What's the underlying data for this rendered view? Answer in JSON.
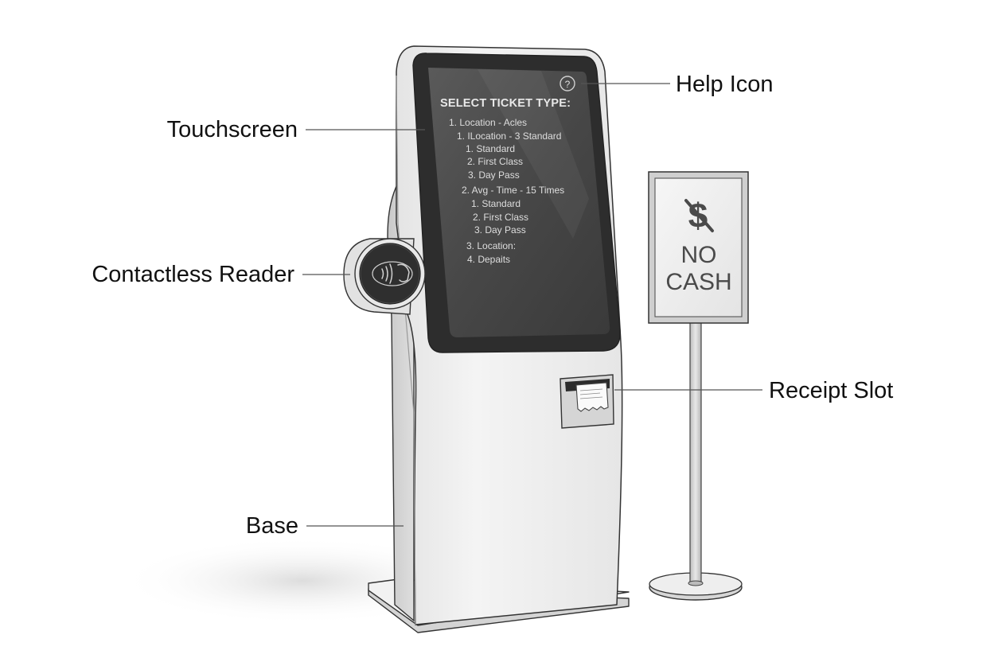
{
  "labels": {
    "help_icon": "Help Icon",
    "touchscreen": "Touchscreen",
    "contactless_reader": "Contactless Reader",
    "receipt_slot": "Receipt Slot",
    "base": "Base"
  },
  "screen": {
    "title": "SELECT TICKET TYPE:",
    "items": [
      "1. Location - Acles",
      "1. ILocation - 3 Standard",
      "1. Standard",
      "2. First Class",
      "3. Day Pass",
      "2. Avg - Time - 15 Times",
      "1. Standard",
      "2. First Class",
      "3. Day Pass",
      "3. Location:",
      "4. Depaits"
    ],
    "help_glyph": "?"
  },
  "sign": {
    "line1": "NO",
    "line2": "CASH",
    "symbol": "$"
  }
}
